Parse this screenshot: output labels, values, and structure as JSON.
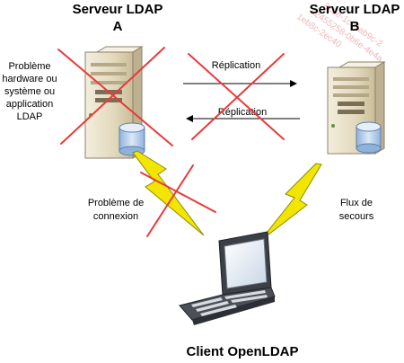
{
  "server_a": {
    "title_line1": "Serveur LDAP",
    "title_line2": "A"
  },
  "server_b": {
    "title_line1": "Serveur LDAP",
    "title_line2": "B"
  },
  "problem_label": [
    "Problème",
    "hardware ou",
    "système ou",
    "application",
    "LDAP"
  ],
  "replication_top": "Réplication",
  "replication_bottom": "Réplication",
  "connection_problem": [
    "Problème de",
    "connexion"
  ],
  "backup_flow": [
    "Flux de",
    "secours"
  ],
  "client_label": "Client OpenLDAP",
  "colors": {
    "cross": "#e83a3a",
    "lightning": "#f2e600",
    "lightning_stroke": "#8a8a00",
    "tower": "#e4dcc4",
    "tower_dark": "#b9ae8e",
    "cylinder": "#bcd2ee"
  }
}
